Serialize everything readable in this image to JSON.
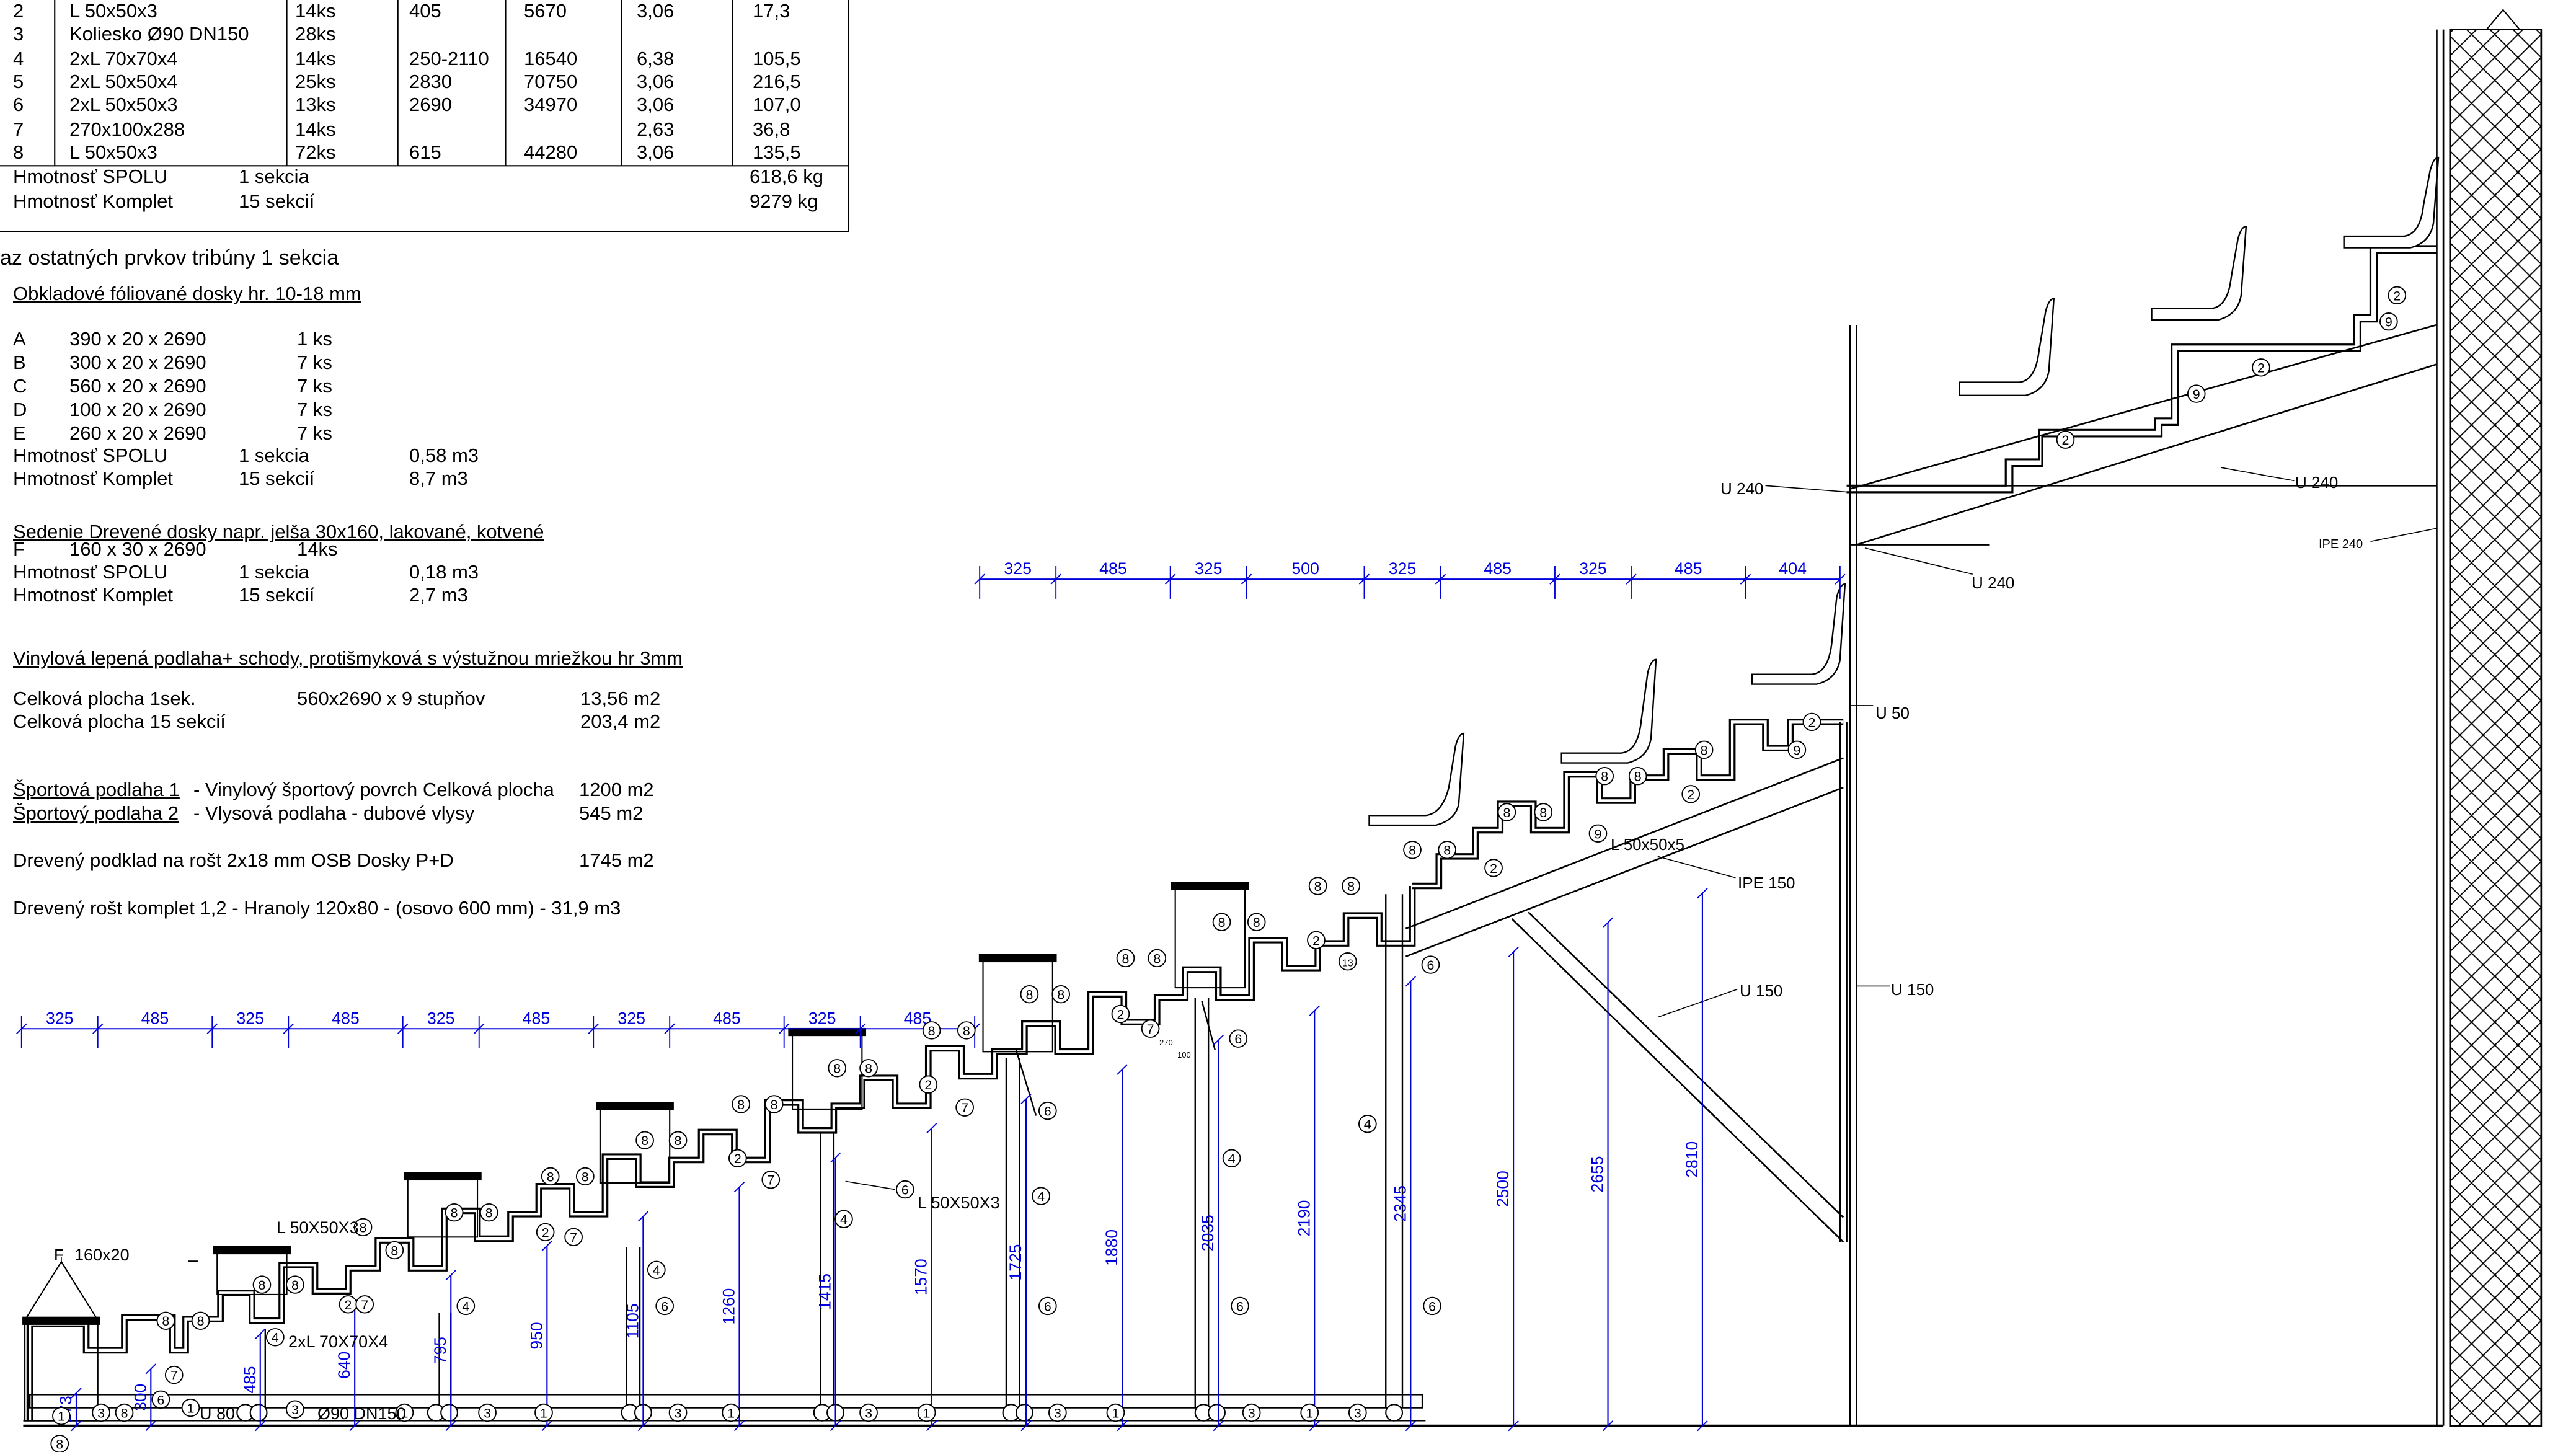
{
  "parts_table": {
    "rows": [
      [
        "2",
        "L 50x50x3",
        "14ks",
        "405",
        "5670",
        "3,06",
        "17,3"
      ],
      [
        "3",
        "Koliesko Ø90 DN150",
        "28ks",
        "",
        "",
        "",
        ""
      ],
      [
        "4",
        "2xL 70x70x4",
        "14ks",
        "250-2110",
        "16540",
        "6,38",
        "105,5"
      ],
      [
        "5",
        "2xL 50x50x4",
        "25ks",
        "2830",
        "70750",
        "3,06",
        "216,5"
      ],
      [
        "6",
        "2xL 50x50x3",
        "13ks",
        "2690",
        "34970",
        "3,06",
        "107,0"
      ],
      [
        "7",
        "270x100x288",
        "14ks",
        "",
        "",
        "2,63",
        "36,8"
      ],
      [
        "8",
        "L 50x50x3",
        "72ks",
        "615",
        "44280",
        "3,06",
        "135,5"
      ]
    ],
    "total_spolu": [
      "Hmotnosť  SPOLU",
      "1 sekcia",
      "618,6 kg"
    ],
    "total_komplet": [
      "Hmotnosť Komplet",
      "15 sekcií",
      "9279 kg"
    ]
  },
  "notes": {
    "heading": "az ostatných prvkov tribúny 1 sekcia",
    "boards_title": "Obkladové fóliované dosky hr. 10-18 mm",
    "boards": [
      [
        "A",
        "390 x 20 x 2690",
        "1 ks"
      ],
      [
        "B",
        "300 x 20 x 2690",
        "7 ks"
      ],
      [
        "C",
        "560 x 20 x 2690",
        "7 ks"
      ],
      [
        "D",
        "100 x 20 x 2690",
        "7 ks"
      ],
      [
        "E",
        "260 x 20 x 2690",
        "7 ks"
      ]
    ],
    "boards_spolu": [
      "Hmotnosť  SPOLU",
      "1 sekcia",
      "0,58 m3"
    ],
    "boards_komplet": [
      "Hmotnosť Komplet",
      "15 sekcií",
      "8,7 m3"
    ],
    "seating_title": "Sedenie Drevené dosky napr. jelša 30x160, lakované, kotvené",
    "seating_row": [
      "F",
      "160 x 30 x 2690",
      "14ks"
    ],
    "seating_spolu": [
      "Hmotnosť  SPOLU",
      "1 sekcia",
      "0,18 m3"
    ],
    "seating_komplet": [
      "Hmotnosť Komplet",
      "15 sekcií",
      "2,7 m3"
    ],
    "vinyl_title": "Vinylová lepená podlaha+ schody, protišmyková s výstužnou mriežkou hr 3mm",
    "vinyl_1": [
      "Celková plocha 1sek.",
      "560x2690 x 9 stupňov",
      "13,56 m2"
    ],
    "vinyl_15": [
      "Celková plocha 15 sekcií",
      "",
      "203,4 m2"
    ],
    "sport1_u": "Športová podlaha  1",
    "sport1_rest": " - Vinylový športový povrch Celková plocha",
    "sport1_val": "1200 m2",
    "sport2_u": "Športový podlaha   2",
    "sport2_rest": " - Vlysová podlaha - dubové vlysy",
    "sport2_val": "545 m2",
    "osb_text": "Drevený podklad  na rošt 2x18 mm OSB Dosky P+D",
    "osb_val": "1745 m2",
    "rost_text": "Drevený rošt komplet 1,2 - Hranoly 120x80 - (osovo 600 mm)  - 31,9 m3"
  },
  "drawing": {
    "dims_lower": [
      "325",
      "485",
      "325",
      "485",
      "325",
      "485",
      "325",
      "485",
      "325",
      "485"
    ],
    "dims_upper": [
      "325",
      "485",
      "325",
      "500",
      "325",
      "485",
      "325",
      "485",
      "404"
    ],
    "heights": [
      "173",
      "300",
      "485",
      "640",
      "795",
      "950",
      "1105",
      "1260",
      "1415",
      "1570",
      "1725",
      "1880",
      "2035",
      "2190",
      "2345",
      "2500",
      "2655",
      "2810"
    ],
    "labels": {
      "f_label": "160x20",
      "f_marker": "F",
      "l50_label": "L 50X50X3",
      "l70_label": "2xL 70X70X4",
      "u80": "U 80",
      "wheel": "Ø90 DN150",
      "l50_6": "L 50X50X3",
      "l50x5": "L 50x50x5",
      "ipe150": "IPE 150",
      "u150_a": "U 150",
      "u150_b": "U 150",
      "u50": "U 50",
      "u240_a": "U 240",
      "u240_b": "U 240",
      "u240_c": "U 240",
      "ipe240": "IPE 240",
      "dim_270": "270",
      "dim_100": "100",
      "minus": "–"
    },
    "colors": {
      "dimension": "#0000dd",
      "line": "#000000",
      "background": "#ffffff"
    }
  }
}
